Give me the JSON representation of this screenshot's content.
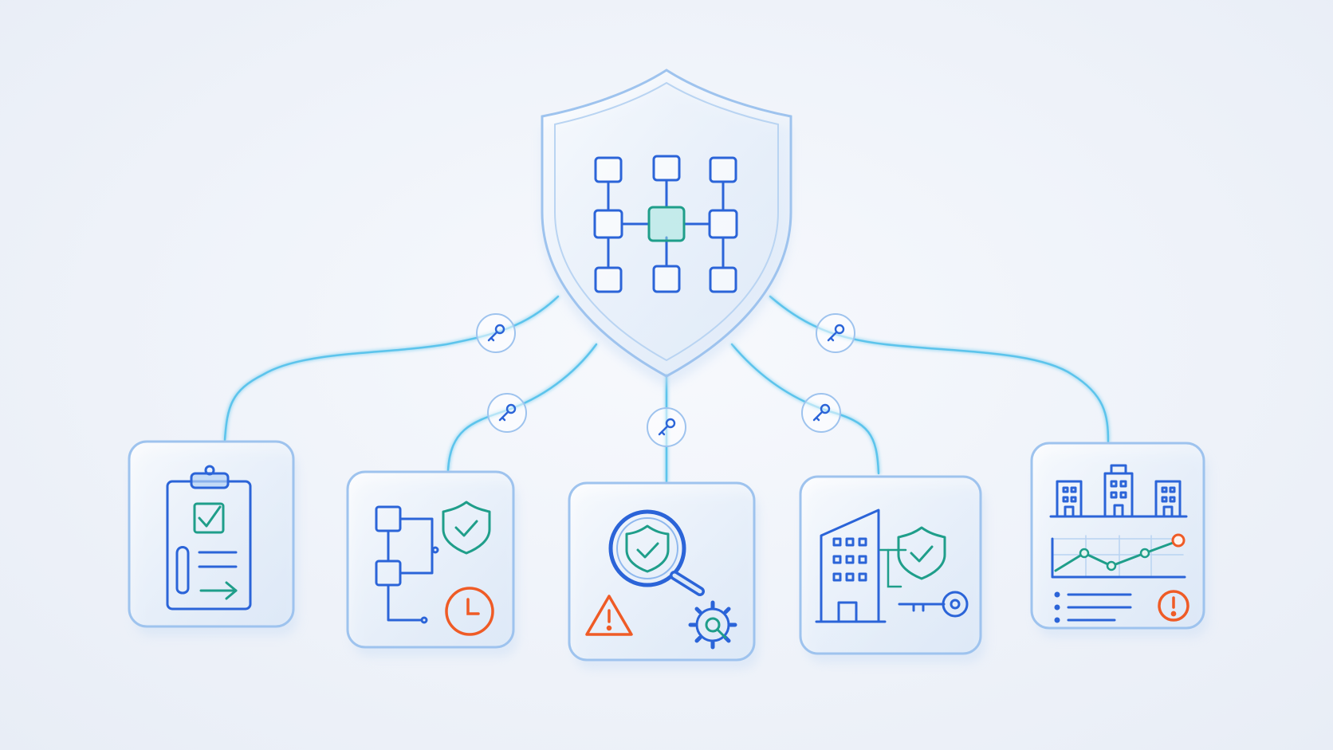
{
  "colors": {
    "background": "#eef2f9",
    "glass_edge": "#9ec3ee",
    "connector": "#5cc4ec",
    "icon_blue": "#2b64d8",
    "icon_teal": "#1f9e8a",
    "icon_orange": "#ef5b26",
    "key_badge": "#cfe7fb"
  },
  "diagram": {
    "hub": {
      "shape": "shield",
      "icon": "network-grid-icon"
    },
    "links": [
      {
        "from": "hub",
        "to": "card-compliance-checklist",
        "badge": "key-icon"
      },
      {
        "from": "hub",
        "to": "card-workflow-security",
        "badge": "key-icon"
      },
      {
        "from": "hub",
        "to": "card-inspection",
        "badge": "key-icon"
      },
      {
        "from": "hub",
        "to": "card-facility-access",
        "badge": "key-icon"
      },
      {
        "from": "hub",
        "to": "card-portfolio-analytics",
        "badge": "key-icon"
      }
    ],
    "cards": [
      {
        "id": "card-compliance-checklist",
        "icons": [
          "clipboard-icon",
          "checkbox-icon",
          "paperclip-icon",
          "arrow-right-icon"
        ]
      },
      {
        "id": "card-workflow-security",
        "icons": [
          "flowchart-icon",
          "shield-check-icon",
          "clock-icon"
        ]
      },
      {
        "id": "card-inspection",
        "icons": [
          "magnifier-shield-icon",
          "warning-icon",
          "gear-search-icon"
        ]
      },
      {
        "id": "card-facility-access",
        "icons": [
          "building-icon",
          "shield-check-icon",
          "key-icon"
        ]
      },
      {
        "id": "card-portfolio-analytics",
        "icons": [
          "buildings-icon",
          "line-chart-icon",
          "list-icon",
          "alert-icon"
        ]
      }
    ]
  }
}
